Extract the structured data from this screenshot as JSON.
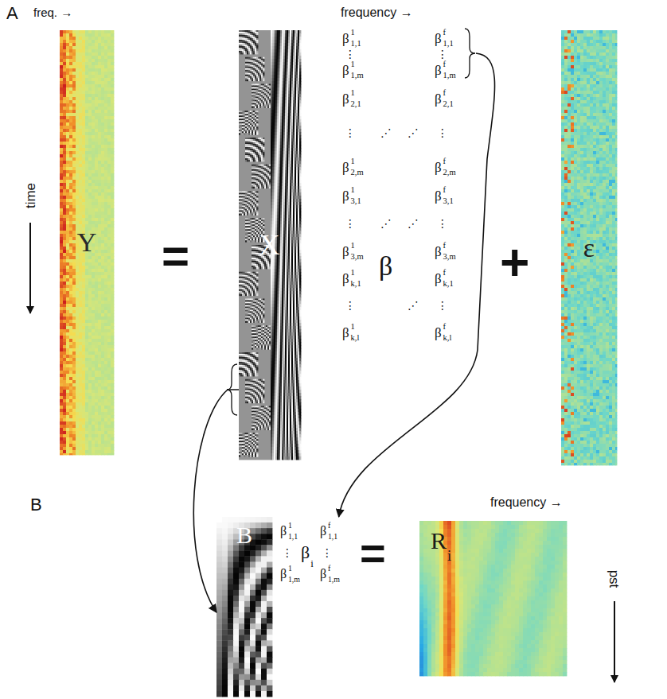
{
  "diagram": {
    "nodes": [
      {
        "text": [
          "Y"
        ]
      },
      {
        "text": [
          "X"
        ]
      },
      {
        "text": [
          "β"
        ]
      },
      {
        "text": [
          "ε"
        ]
      },
      {
        "text": [
          "B"
        ]
      },
      {
        "text": [
          "β",
          "i"
        ]
      },
      {
        "text": [
          "R",
          "i"
        ]
      }
    ],
    "edges": [
      {
        "from": 1,
        "to": 4,
        "arrow": "to"
      },
      {
        "from": 2,
        "to": 5,
        "arrow": "to"
      }
    ],
    "labels": [
      "A",
      "freq. →",
      "time",
      "=",
      "frequency →",
      "+",
      "B",
      "=",
      "frequency →",
      "pst",
      "β",
      "1",
      "1,1",
      "β",
      "f",
      "1,1",
      "⋮",
      "⋮",
      "β",
      "1",
      "1,m",
      "β",
      "f",
      "1,m",
      "β",
      "1",
      "2,1",
      "β",
      "f",
      "2,1",
      "⋮",
      "⋰",
      "⋰",
      "⋮",
      "β",
      "1",
      "2,m",
      "β",
      "f",
      "2,m",
      "β",
      "1",
      "3,1",
      "β",
      "f",
      "3,1",
      "⋮",
      "⋰",
      "⋰",
      "⋮",
      "β",
      "1",
      "3,m",
      "β",
      "f",
      "3,m",
      "β",
      "1",
      "k,1",
      "β",
      "f",
      "k,1",
      "⋮",
      "⋰",
      "⋮",
      "β",
      "1",
      "k,l",
      "β",
      "f",
      "k,l",
      "β",
      "1",
      "1,1",
      "β",
      "f",
      "1,1",
      "⋮",
      "⋮",
      "β",
      "1",
      "1,m",
      "β",
      "f",
      "1,m"
    ]
  }
}
